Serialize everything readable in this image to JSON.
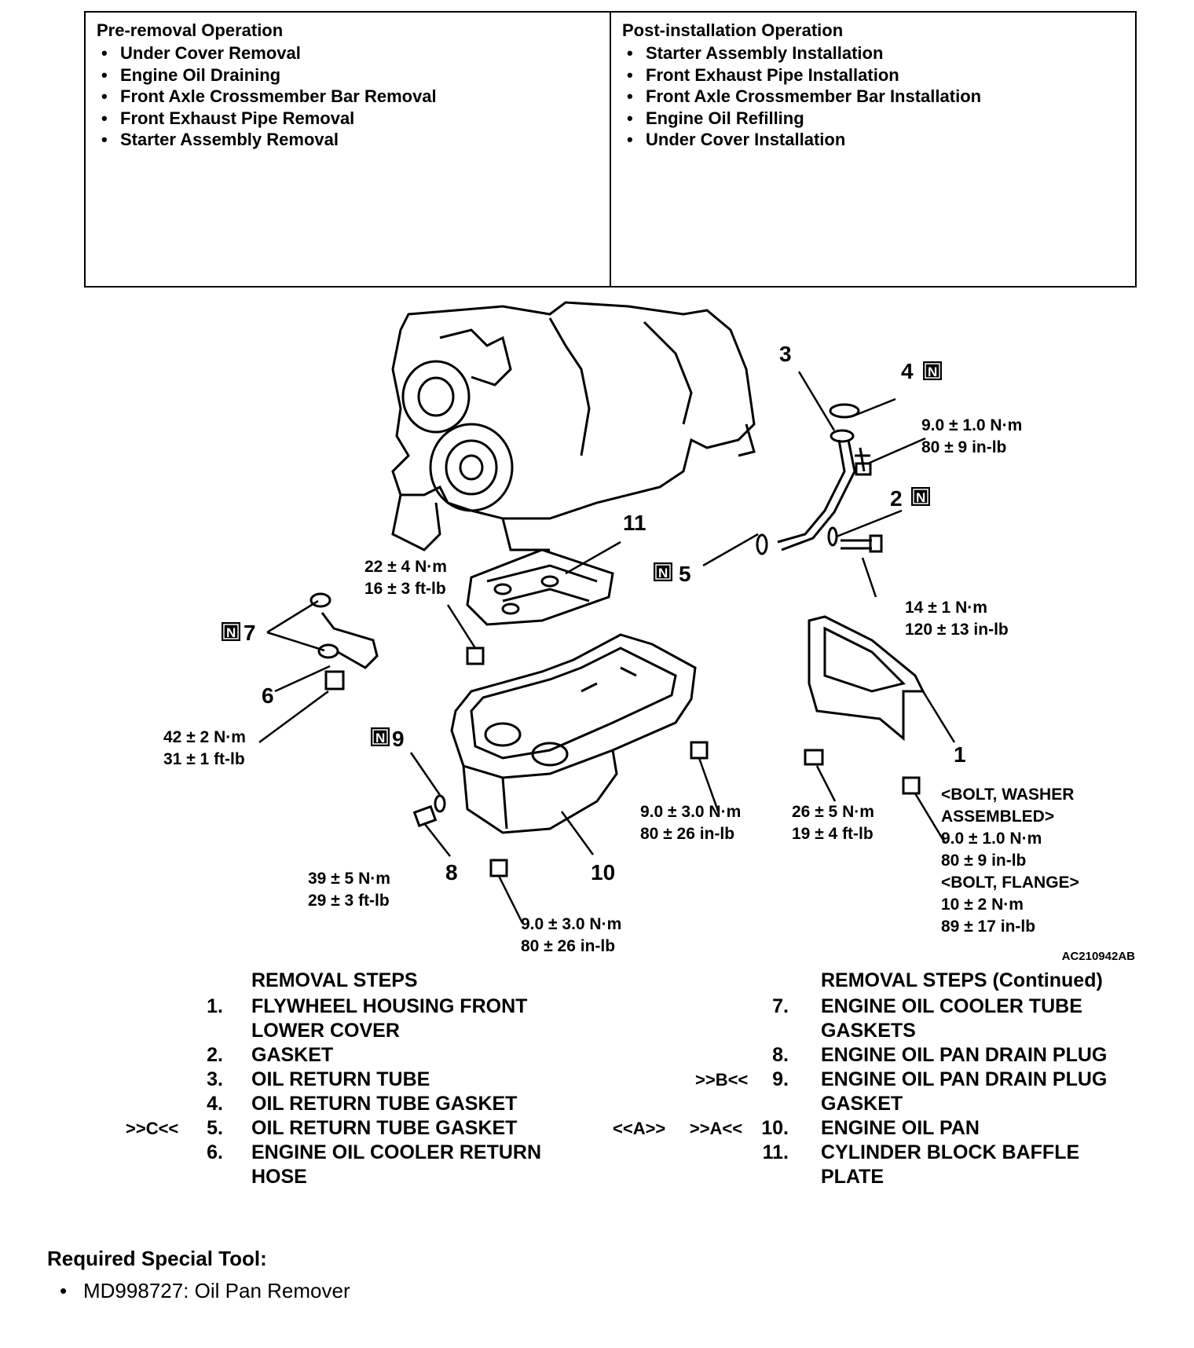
{
  "pre_removal": {
    "title": "Pre-removal Operation",
    "items": [
      "Under Cover Removal",
      "Engine Oil Draining",
      "Front Axle Crossmember Bar Removal",
      "Front Exhaust Pipe Removal",
      "Starter Assembly Removal"
    ]
  },
  "post_installation": {
    "title": "Post-installation Operation",
    "items": [
      "Starter Assembly Installation",
      "Front Exhaust Pipe Installation",
      "Front Axle Crossmember Bar Installation",
      "Engine Oil Refilling",
      "Under Cover Installation"
    ]
  },
  "diagram": {
    "callouts": {
      "c1": "1",
      "c2": "2",
      "c3": "3",
      "c4": "4",
      "c5": "5",
      "c6": "6",
      "c7": "7",
      "c8": "8",
      "c9": "9",
      "c10": "10",
      "c11": "11",
      "n_badge": "N"
    },
    "torque": {
      "t4a": "9.0 ± 1.0 N·m",
      "t4b": "80 ± 9 in-lb",
      "t2a": "14 ± 1 N·m",
      "t2b": "120 ± 13 in-lb",
      "t11a": "22 ± 4 N·m",
      "t11b": "16 ± 3 ft-lb",
      "t6a": "42 ± 2 N·m",
      "t6b": "31 ± 1 ft-lb",
      "t8a": "39 ± 5 N·m",
      "t8b": "29 ± 3 ft-lb",
      "t10a": "9.0 ± 3.0 N·m",
      "t10b": "80 ± 26 in-lb",
      "tpa": "9.0 ± 3.0 N·m",
      "tpb": "80 ± 26 in-lb",
      "tsa": "26 ± 5 N·m",
      "tsb": "19 ± 4 ft-lb",
      "tb1": "<BOLT, WASHER",
      "tb2": "ASSEMBLED>",
      "tb3": "9.0 ± 1.0 N·m",
      "tb4": "80 ± 9 in-lb",
      "tb5": "<BOLT, FLANGE>",
      "tb6": "10 ± 2 N·m",
      "tb7": "89 ± 17 in-lb"
    },
    "figure_id": "AC210942AB"
  },
  "removal_steps": {
    "heading": "REMOVAL STEPS",
    "steps": [
      {
        "num": "1.",
        "mark": "",
        "line1": "FLYWHEEL HOUSING FRONT",
        "line2": "LOWER COVER"
      },
      {
        "num": "2.",
        "mark": "",
        "line1": "GASKET",
        "line2": ""
      },
      {
        "num": "3.",
        "mark": "",
        "line1": "OIL RETURN TUBE",
        "line2": ""
      },
      {
        "num": "4.",
        "mark": "",
        "line1": "OIL RETURN TUBE GASKET",
        "line2": ""
      },
      {
        "num": "5.",
        "mark": ">>C<<",
        "line1": "OIL RETURN TUBE GASKET",
        "line2": ""
      },
      {
        "num": "6.",
        "mark": "",
        "line1": "ENGINE OIL COOLER RETURN",
        "line2": "HOSE"
      }
    ]
  },
  "removal_steps_continued": {
    "heading": "REMOVAL STEPS (Continued)",
    "steps": [
      {
        "num": "7.",
        "mark": "",
        "line1": "ENGINE OIL COOLER TUBE",
        "line2": "GASKETS"
      },
      {
        "num": "8.",
        "mark": "",
        "line1": "ENGINE OIL PAN DRAIN PLUG",
        "line2": ""
      },
      {
        "num": "9.",
        "mark": ">>B<<",
        "line1": "ENGINE OIL PAN DRAIN PLUG",
        "line2": "GASKET"
      },
      {
        "num": "10.",
        "mark": "<<A>>     >>A<<",
        "line1": "ENGINE OIL PAN",
        "line2": ""
      },
      {
        "num": "11.",
        "mark": "",
        "line1": "CYLINDER BLOCK BAFFLE",
        "line2": "PLATE"
      }
    ]
  },
  "special_tool": {
    "title": "Required Special Tool:",
    "items": [
      "MD998727: Oil Pan Remover"
    ]
  }
}
